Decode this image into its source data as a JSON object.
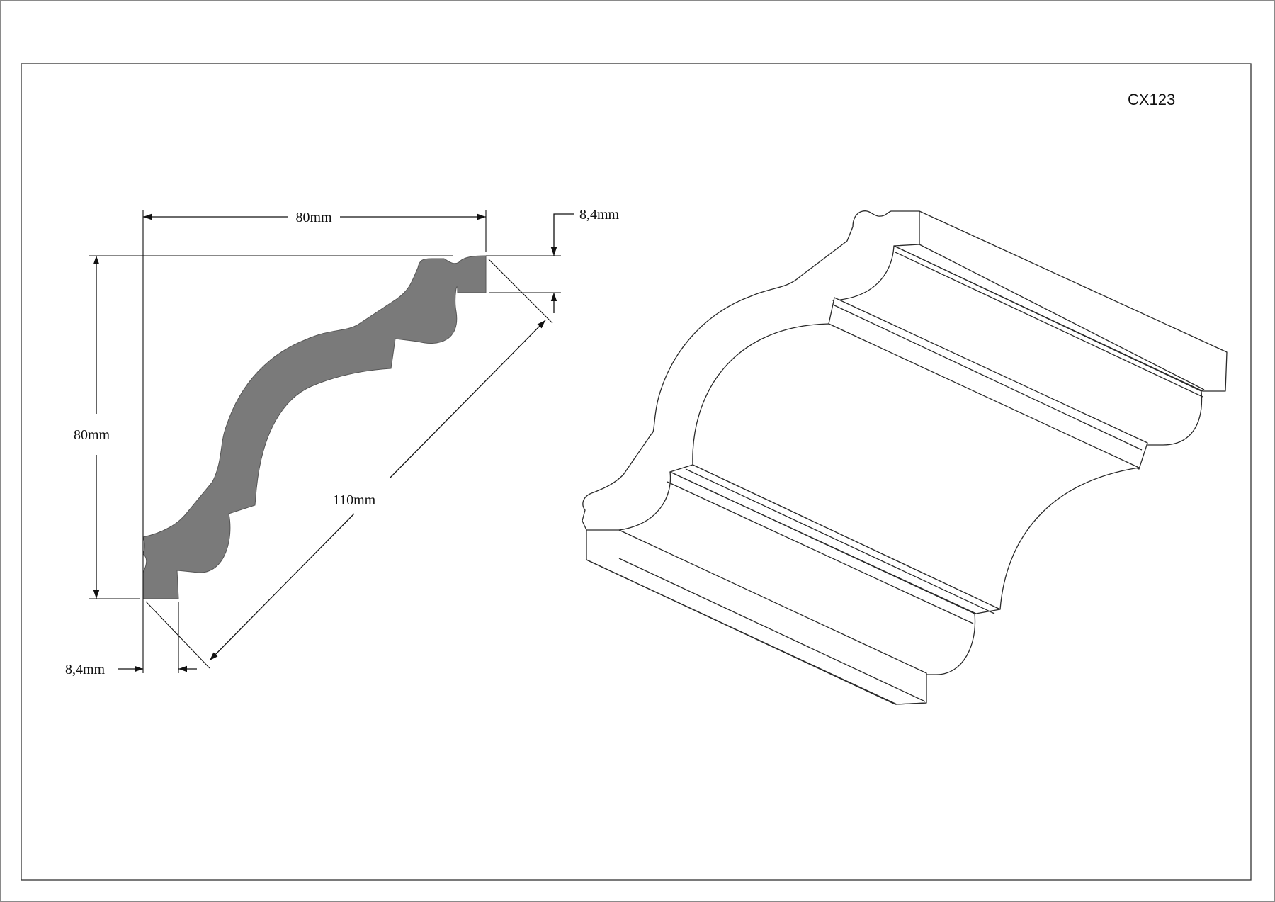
{
  "drawing": {
    "product_code": "CX123",
    "dimensions": {
      "width": "80mm",
      "height": "80mm",
      "diagonal": "110mm",
      "top_flange": "8,4mm",
      "bottom_flange": "8,4mm"
    },
    "colors": {
      "profile_fill": "#7a7a7a",
      "line": "#111111",
      "frame": "#333333"
    }
  }
}
